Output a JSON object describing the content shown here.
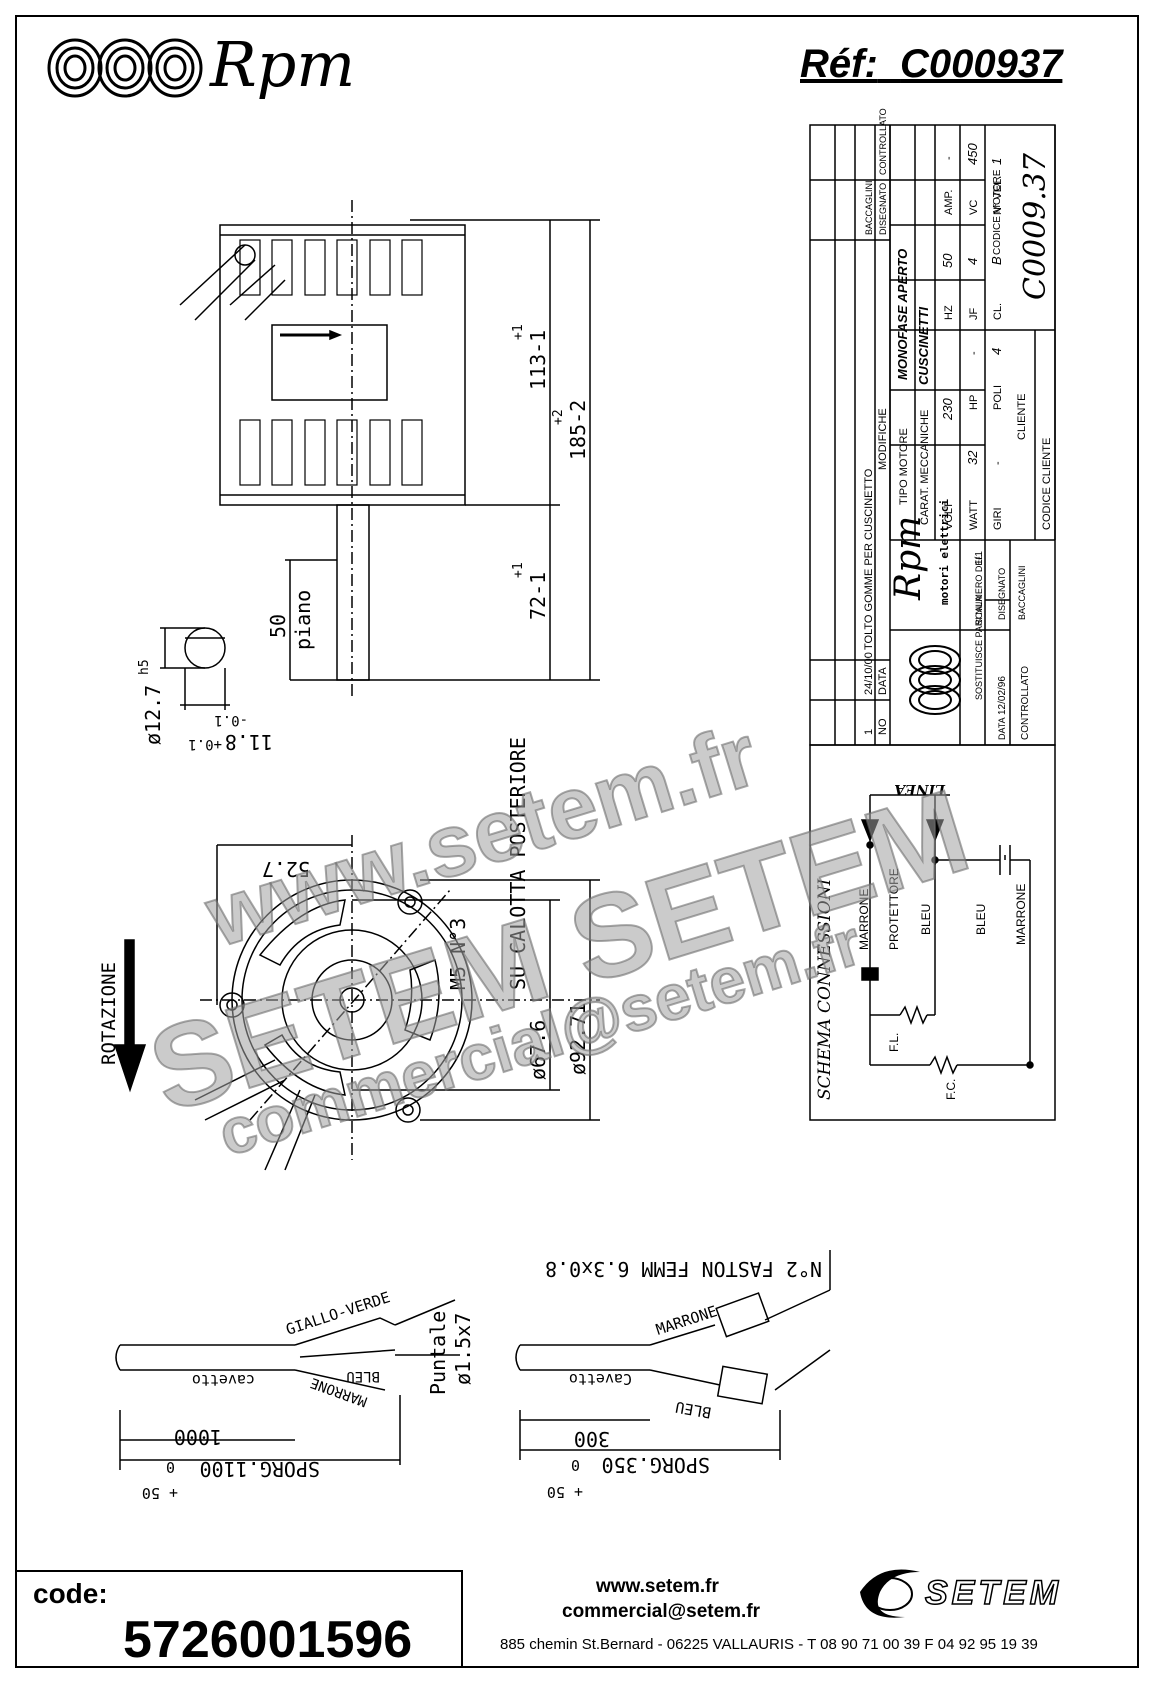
{
  "header": {
    "brand": "Rpm",
    "ref_label": "Réf:",
    "ref_value": "C000937"
  },
  "drawing": {
    "dims_side": {
      "d113": "113-1",
      "d113_tol": "+1",
      "d185": "185-2",
      "d185_tol": "+2",
      "d72": "72-1",
      "d72_tol": "+1",
      "d50": "50",
      "piano": "piano",
      "shaft_dia": "ø12.7",
      "shaft_fit": "h5",
      "flat": "11.8",
      "flat_tol_a": "-0.1",
      "flat_tol_b": "+0.1"
    },
    "dims_front": {
      "d52": "52.7",
      "m5": "M5 N°3",
      "calotta": "SU CALOTTA POSTERIORE",
      "d67": "ø67.6",
      "d92": "ø92.71",
      "rotazione": "ROTAZIONE"
    },
    "cable_left": {
      "giallo_verde": "GIALLO-VERDE",
      "cavetto": "cavetto",
      "bleu": "BLEU",
      "marrone": "MARRONE",
      "puntale": "Puntale",
      "puntale_size": "ø1.5x7",
      "len": "1000",
      "sporg": "SPORG.1100",
      "sporg_tol_a": "0",
      "sporg_tol_b": "+ 50"
    },
    "cable_right": {
      "faston": "N°2 FASTON FEMM 6.3x0.8",
      "marrone": "MARRONE",
      "cavetto": "Cavetto",
      "bleu": "BLEU",
      "len": "300",
      "sporg": "SPORG.350",
      "sporg_tol_a": "0",
      "sporg_tol_b": "+ 50"
    }
  },
  "title_block": {
    "codice_motore_label": "CODICE MOTORE",
    "codice_motore": "C0009.37",
    "tipo_motore_label": "TIPO MOTORE",
    "tipo_motore": "MONOFASE APERTO",
    "carat_label": "CARAT. MECCANICHE",
    "carat": "CUSCINETTI",
    "volt_label": "VOLT",
    "volt": "230",
    "hz_label": "HZ",
    "hz": "50",
    "amp_label": "AMP.",
    "amp": "-",
    "watt_label": "WATT",
    "watt": "32",
    "hp_label": "HP",
    "hp": "-",
    "jf_label": "JF",
    "jf": "4",
    "vc_label": "VC",
    "vc": "450",
    "giri_label": "GIRI",
    "giri": "-",
    "poli_label": "POLI",
    "poli": "4",
    "cl_label": "CL.",
    "cl": "B",
    "vel_label": "N° VEL.",
    "vel": "1",
    "cliente_label": "CLIENTE",
    "codice_cliente_label": "CODICE CLIENTE",
    "modifiche_label": "MODIFICHE",
    "modifica_1": "TOLTO GOMME PER CUSCINETTO",
    "rev_no": "1",
    "rev_date": "24/10/00",
    "no_label": "NO",
    "data_label": "DATA",
    "disegnato_label": "DISEGNATO",
    "controllato_label": "CONTROLLATO",
    "baccaglini": "BACCAGLINI",
    "sostituisce_label": "SOSTITUISCE PARI NUMERO DEL",
    "sostituisce": "-",
    "scala_label": "SCALA",
    "scala": "1/1",
    "data_draw": "12/02/96",
    "brand": "Rpm",
    "brand_sub": "motori elettrici"
  },
  "schema": {
    "title": "SCHEMA CONNESSIONI",
    "linea": "LINEA",
    "marrone": "MARRONE",
    "protettore": "PROTETTORE",
    "bleu": "BLEU",
    "bleu2": "BLEU",
    "marrone2": "MARRONE",
    "fl": "F.L.",
    "fc": "F.C."
  },
  "watermark": {
    "w1": "www.setem.fr",
    "w2": "SETEM SETEM",
    "w3": "commercial@setem.fr"
  },
  "footer": {
    "code_label": "code:",
    "code_value": "5726001596",
    "web": "www.setem.fr",
    "email": "commercial@setem.fr",
    "address": "885 chemin St.Bernard  -  06225 VALLAURIS  -  T 08 90 71 00 39  F 04 92 95 19 39",
    "setem_logo": "SETEM"
  }
}
